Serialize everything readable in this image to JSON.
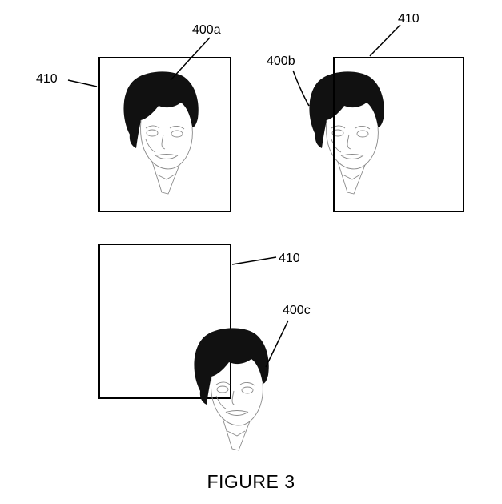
{
  "labels": {
    "frame_a": "410",
    "face_a": "400a",
    "frame_b": "410",
    "face_b": "400b",
    "frame_c": "410",
    "face_c": "400c"
  },
  "caption": "FIGURE 3",
  "colors": {
    "ink": "#000000",
    "sketch": "#8a8a8a",
    "hair": "#111111"
  }
}
